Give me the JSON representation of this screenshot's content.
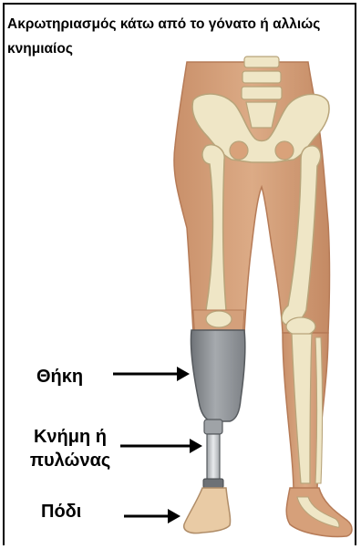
{
  "title": "Ακρωτηριασμός κάτω από το γόνατο ή αλλιώς κνημιαίος",
  "labels": {
    "socket": "Θήκη",
    "pylon": "Κνήμη ή πυλώνας",
    "foot": "Πόδι"
  },
  "colors": {
    "skin": "#d9a27a",
    "skin_shadow": "#c38663",
    "bone": "#efe6c6",
    "bone_outline": "#b8a47a",
    "socket": "#8f9398",
    "pylon": "#c7cace",
    "arrow": "#000000"
  }
}
